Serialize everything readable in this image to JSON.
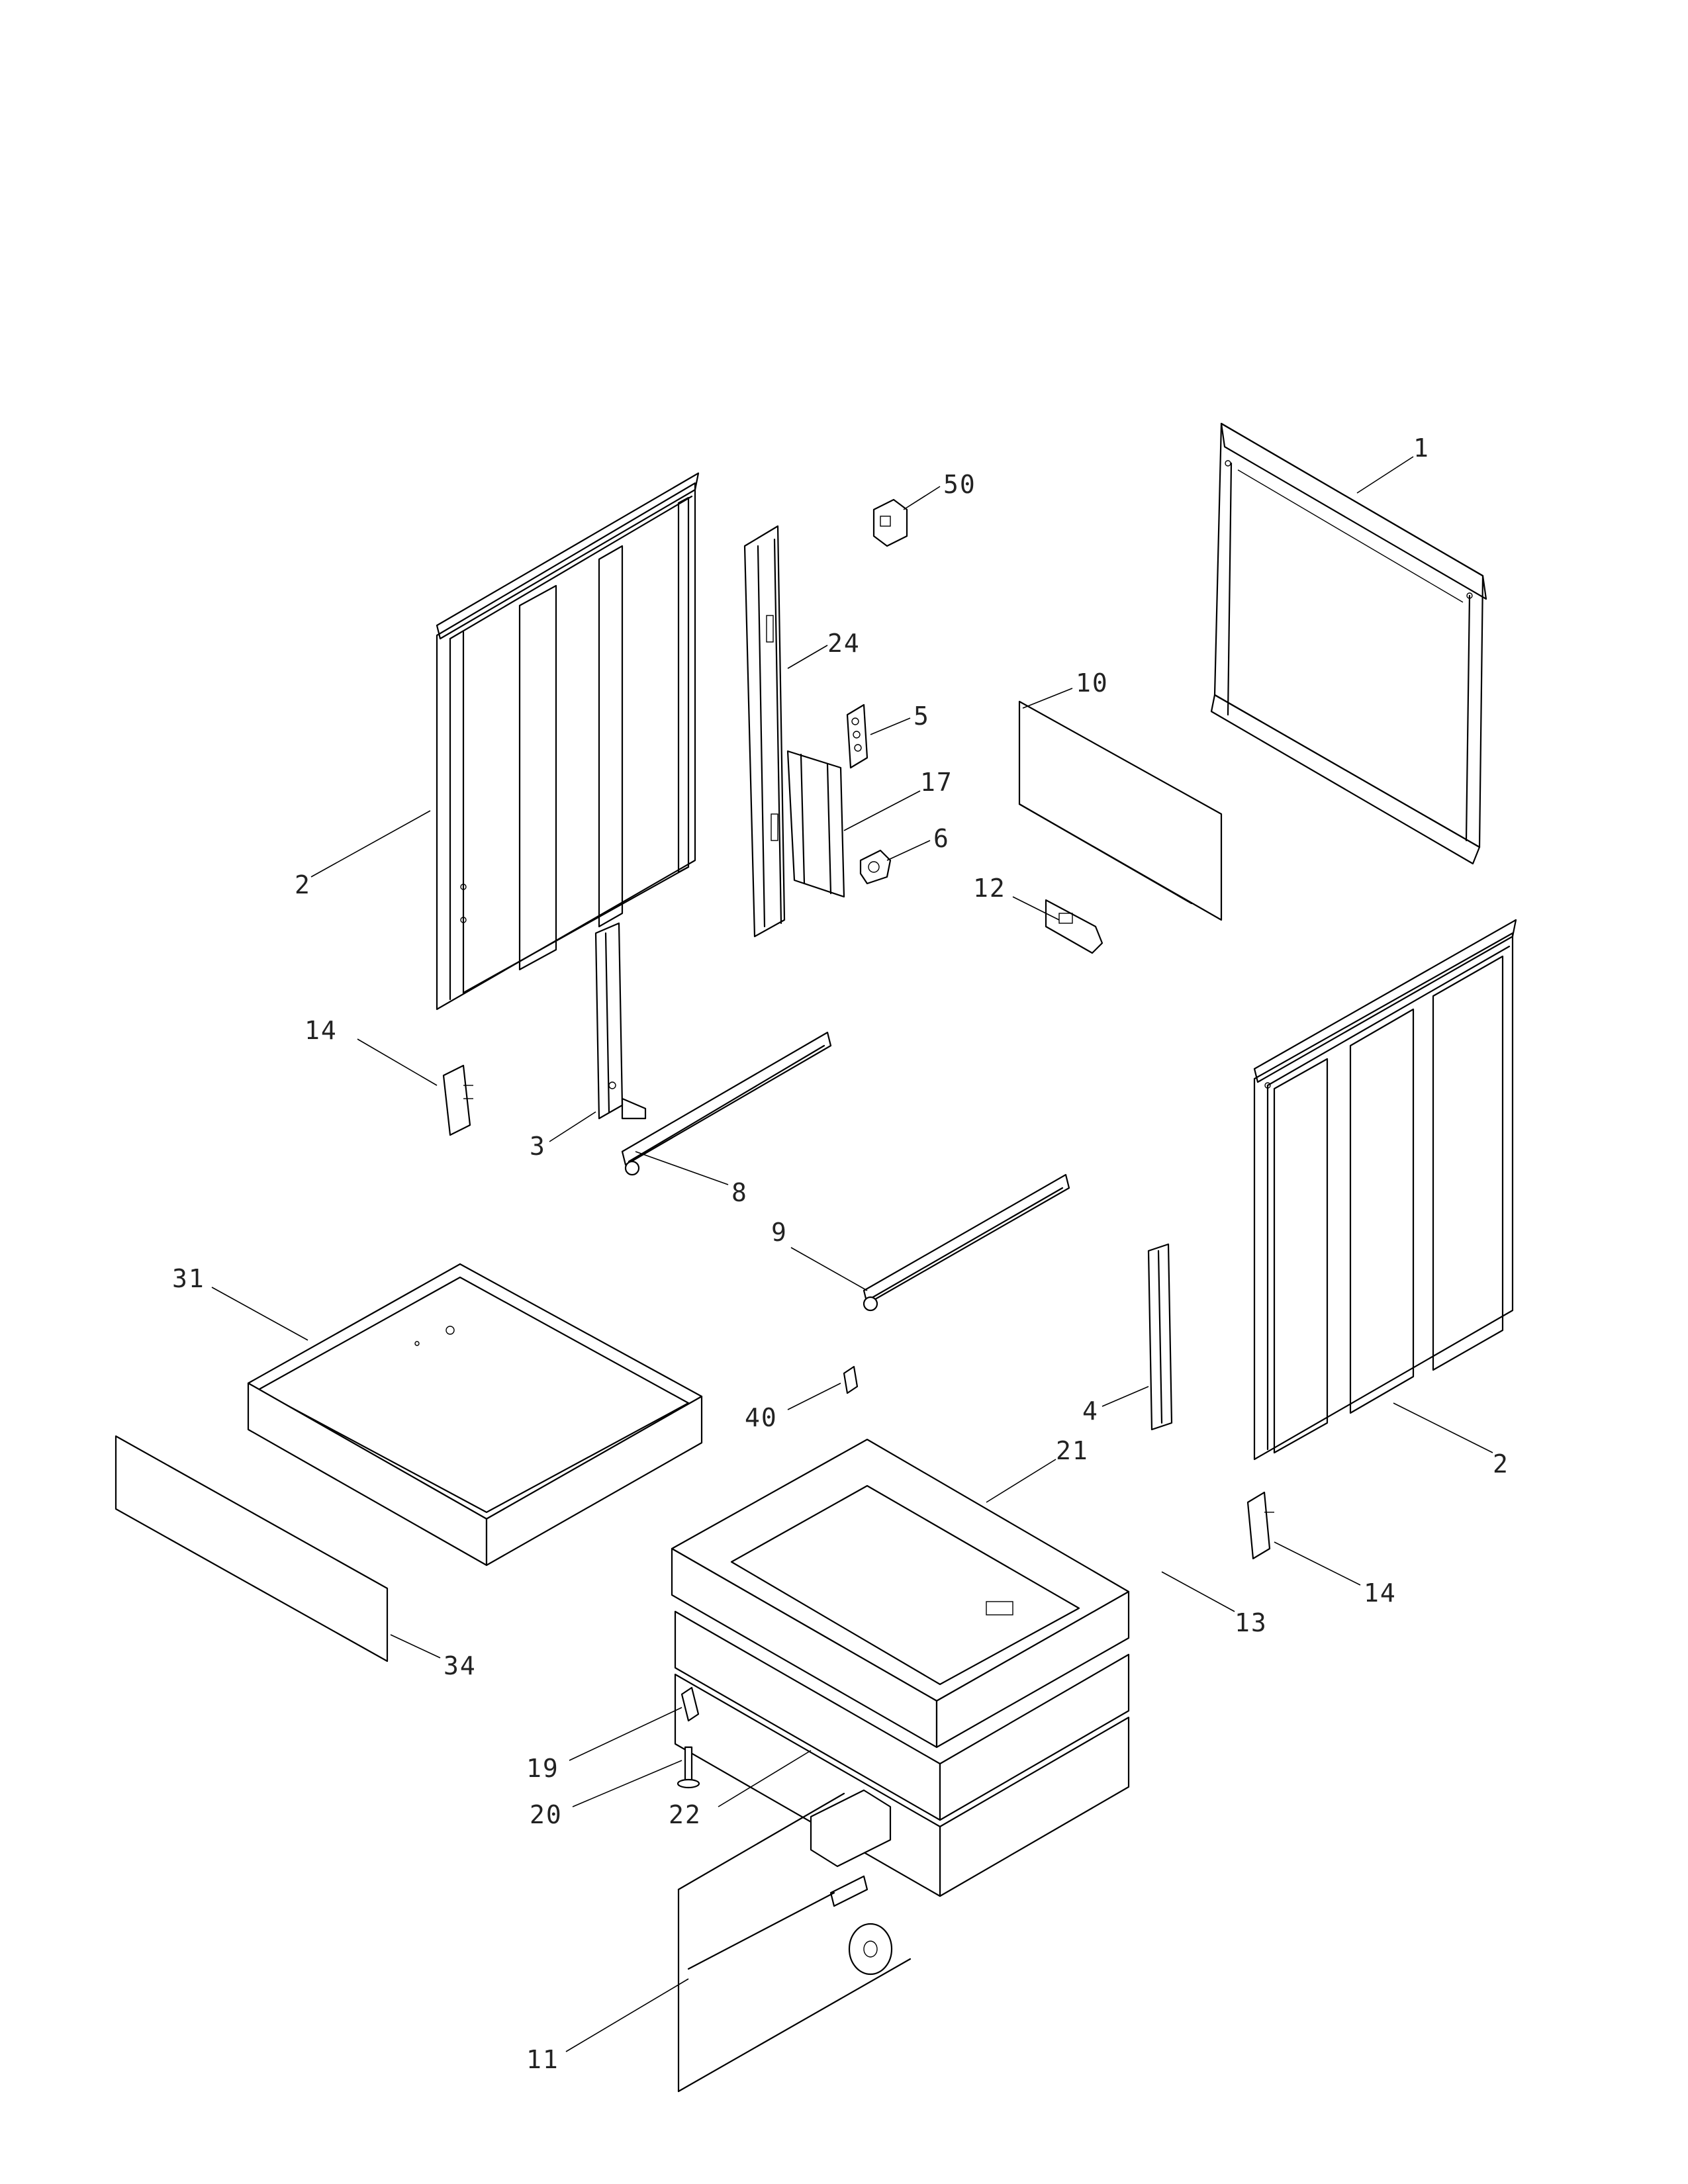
{
  "diagram": {
    "callouts": [
      {
        "key": "c1",
        "label": "1"
      },
      {
        "key": "c2a",
        "label": "2"
      },
      {
        "key": "c2b",
        "label": "2"
      },
      {
        "key": "c3",
        "label": "3"
      },
      {
        "key": "c4",
        "label": "4"
      },
      {
        "key": "c5",
        "label": "5"
      },
      {
        "key": "c6",
        "label": "6"
      },
      {
        "key": "c8",
        "label": "8"
      },
      {
        "key": "c9",
        "label": "9"
      },
      {
        "key": "c10",
        "label": "10"
      },
      {
        "key": "c11",
        "label": "11"
      },
      {
        "key": "c12",
        "label": "12"
      },
      {
        "key": "c13",
        "label": "13"
      },
      {
        "key": "c14a",
        "label": "14"
      },
      {
        "key": "c14b",
        "label": "14"
      },
      {
        "key": "c17",
        "label": "17"
      },
      {
        "key": "c19",
        "label": "19"
      },
      {
        "key": "c20",
        "label": "20"
      },
      {
        "key": "c21",
        "label": "21"
      },
      {
        "key": "c22",
        "label": "22"
      },
      {
        "key": "c24",
        "label": "24"
      },
      {
        "key": "c31",
        "label": "31"
      },
      {
        "key": "c34",
        "label": "34"
      },
      {
        "key": "c40",
        "label": "40"
      },
      {
        "key": "c50",
        "label": "50"
      }
    ]
  }
}
